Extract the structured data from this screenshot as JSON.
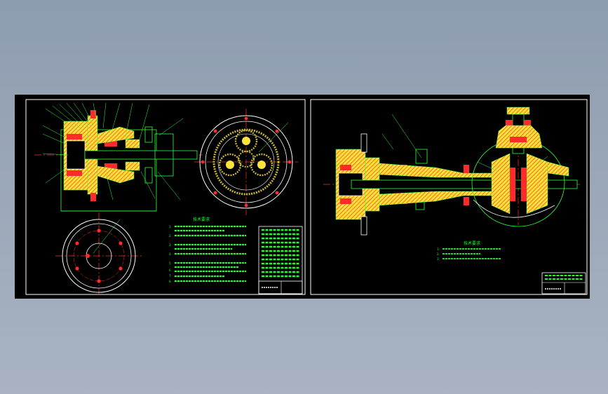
{
  "colors": {
    "background": "#94a1b4",
    "sheet": "#000000",
    "frame": "#ffffff",
    "section_hatch": "#ffe23a",
    "fill": "#ff2a2a",
    "center_line": "#ff3030",
    "outline": "#2fff3a",
    "dimension": "#1cff2a",
    "gear": "#c8b832"
  },
  "sheets": [
    {
      "title": "技术要求",
      "notes": [
        "1.",
        "2.",
        "3.",
        "4.",
        "5.",
        "6.",
        "7.",
        "8."
      ]
    },
    {
      "title": "技术要求",
      "notes": [
        "1.",
        "2.",
        "3."
      ]
    }
  ]
}
